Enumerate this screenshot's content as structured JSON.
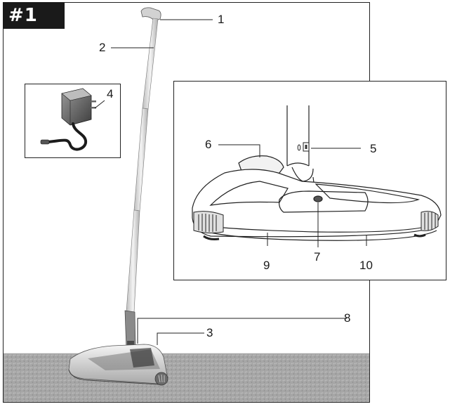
{
  "figure": {
    "badge": "#1",
    "callouts": {
      "c1": "1",
      "c2": "2",
      "c3": "3",
      "c4": "4",
      "c5": "5",
      "c6": "6",
      "c7": "7",
      "c8": "8",
      "c9": "9",
      "c10": "10"
    }
  },
  "colors": {
    "badge_bg": "#1a1a1a",
    "carpet": "#a8a8a8",
    "body_light": "#e8e8e8",
    "body_dark": "#555555"
  }
}
